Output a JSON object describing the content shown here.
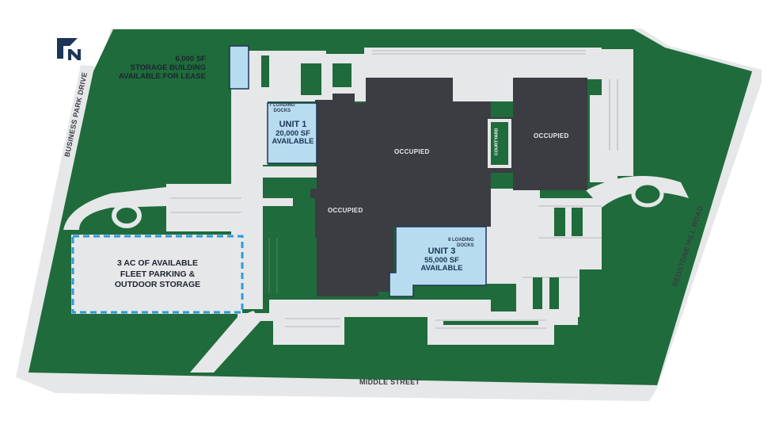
{
  "map": {
    "logo_letter": "N",
    "storage_building": {
      "line1": "6,000 SF",
      "line2": "STORAGE BUILDING",
      "line3": "AVAILABLE FOR LEASE"
    },
    "unit1": {
      "docks_line1": "7 LOADING",
      "docks_line2": "DOCKS",
      "name": "UNIT 1",
      "size": "20,000 SF",
      "status": "AVAILABLE"
    },
    "unit3": {
      "docks_line1": "8 LOADING",
      "docks_line2": "DOCKS",
      "name": "UNIT 3",
      "size": "55,000 SF",
      "status": "AVAILABLE"
    },
    "occupied_labels": [
      "OCCUPIED",
      "OCCUPIED",
      "OCCUPIED"
    ],
    "courtyard": "COURTYARD",
    "fleet_parking": {
      "line1": "3 AC OF AVAILABLE",
      "line2": "FLEET PARKING &",
      "line3": "OUTDOOR STORAGE"
    },
    "roads": {
      "business_park": "BUSINESS PARK DRIVE",
      "redstone": "REDSTONE HILL ROAD",
      "middle": "MIDDLE STREET"
    },
    "colors": {
      "grass": "#1f6b3b",
      "pavement": "#e6e7e9",
      "building": "#3b3d42",
      "available": "#b7dcef",
      "outline": "#1d3557",
      "dashed": "#2f9ad9",
      "logo": "#1d3557"
    }
  }
}
